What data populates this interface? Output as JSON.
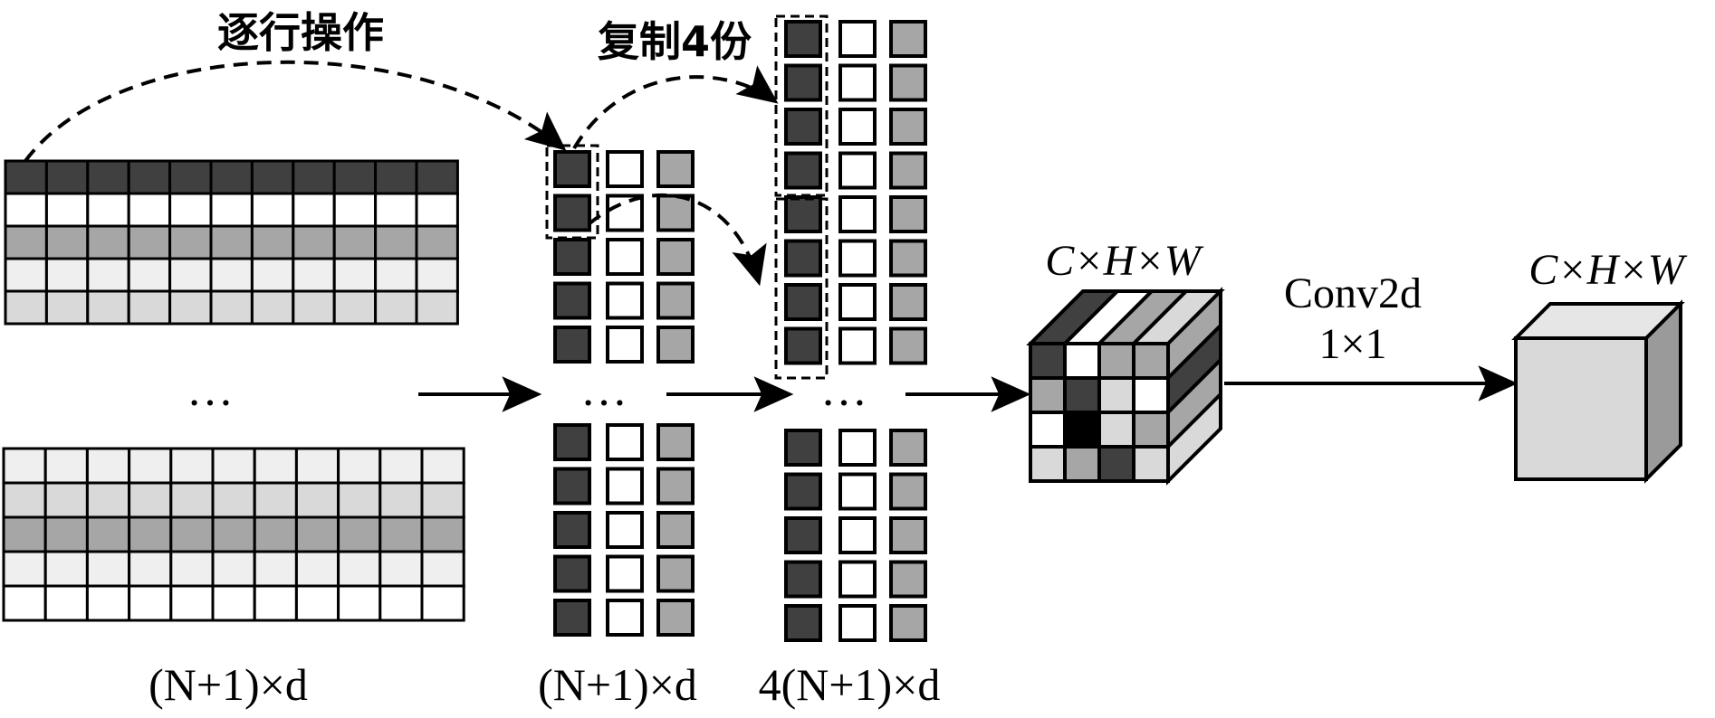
{
  "annotations": {
    "row_op": "逐行操作",
    "copy4": "复制4份"
  },
  "stage_labels": {
    "input_matrix": "(N+1)×d",
    "column_stack": "(N+1)×d",
    "copied_stack": "4(N+1)×d"
  },
  "tensor_labels": {
    "feature_tensor": "C×H×W",
    "output_tensor": "C×H×W"
  },
  "conv": {
    "name": "Conv2d",
    "kernel": "1×1"
  },
  "ellipsis": "…",
  "colors": {
    "dark": "#404040",
    "white": "#ffffff",
    "mid": "#a6a6a6",
    "light": "#d9d9d9",
    "lighter": "#efefef",
    "black": "#000000"
  }
}
